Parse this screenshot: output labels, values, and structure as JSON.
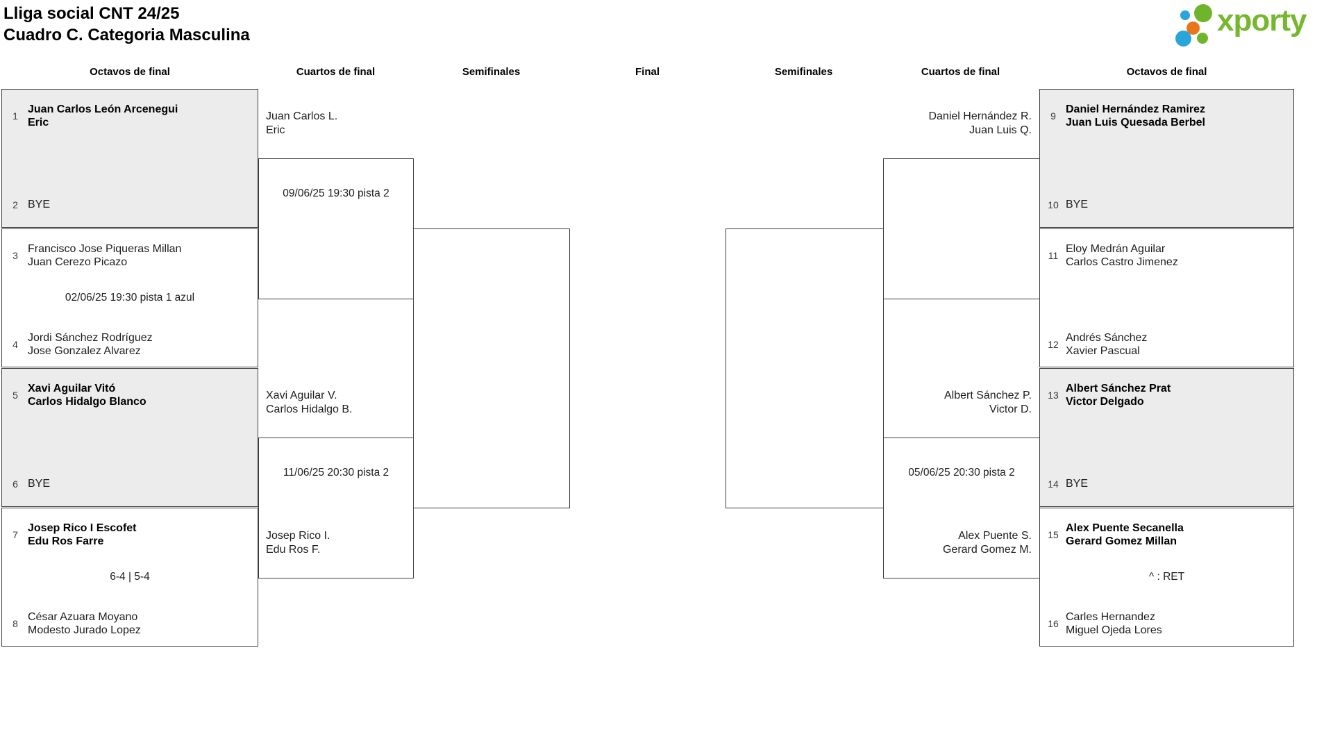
{
  "title": {
    "line1": "Lliga social CNT 24/25",
    "line2": "Cuadro C. Categoria Masculina"
  },
  "logo": {
    "text": "xporty"
  },
  "round_headers": [
    "Octavos de final",
    "Cuartos de final",
    "Semifinales",
    "Final",
    "Semifinales",
    "Cuartos de final",
    "Octavos de final"
  ],
  "matches": [
    {
      "seed_top": "1",
      "top1": "Juan Carlos León Arcenegui",
      "top2": "Eric",
      "note": "",
      "seed_bottom": "2",
      "bot1": "BYE",
      "bot2": ""
    },
    {
      "seed_top": "3",
      "top1": "Francisco Jose Piqueras Millan",
      "top2": "Juan Cerezo Picazo",
      "note": "02/06/25 19:30 pista 1 azul",
      "seed_bottom": "4",
      "bot1": "Jordi Sánchez Rodríguez",
      "bot2": "Jose Gonzalez Alvarez"
    },
    {
      "seed_top": "5",
      "top1": "Xavi Aguilar Vitó",
      "top2": "Carlos Hidalgo Blanco",
      "note": "",
      "seed_bottom": "6",
      "bot1": "BYE",
      "bot2": ""
    },
    {
      "seed_top": "7",
      "top1": "Josep Rico I Escofet",
      "top2": "Edu Ros Farre",
      "note": "6-4 | 5-4",
      "seed_bottom": "8",
      "bot1": "César Azuara Moyano",
      "bot2": "Modesto Jurado Lopez"
    },
    {
      "seed_top": "9",
      "top1": "Daniel Hernández Ramirez",
      "top2": "Juan Luis Quesada Berbel",
      "note": "",
      "seed_bottom": "10",
      "bot1": "BYE",
      "bot2": ""
    },
    {
      "seed_top": "11",
      "top1": "Eloy Medrán Aguilar",
      "top2": "Carlos Castro Jimenez",
      "note": "",
      "seed_bottom": "12",
      "bot1": "Andrés Sánchez",
      "bot2": "Xavier Pascual"
    },
    {
      "seed_top": "13",
      "top1": "Albert Sánchez Prat",
      "top2": "Victor Delgado",
      "note": "",
      "seed_bottom": "14",
      "bot1": "BYE",
      "bot2": ""
    },
    {
      "seed_top": "15",
      "top1": "Alex Puente Secanella",
      "top2": "Gerard Gomez Millan",
      "note": "^ : RET",
      "seed_bottom": "16",
      "bot1": "Carles Hernandez",
      "bot2": "Miguel Ojeda Lores"
    }
  ],
  "quarterfinals": {
    "left_top": {
      "entrant_top1": "Juan Carlos L.",
      "entrant_top2": "Eric",
      "note": "09/06/25 19:30 pista 2",
      "entrant_bottom1": "",
      "entrant_bottom2": ""
    },
    "left_bottom": {
      "entrant_top1": "Xavi Aguilar V.",
      "entrant_top2": "Carlos Hidalgo B.",
      "note": "11/06/25 20:30 pista 2",
      "entrant_bottom1": "Josep Rico I.",
      "entrant_bottom2": "Edu Ros F."
    },
    "right_top": {
      "entrant_top1": "Daniel Hernández R.",
      "entrant_top2": "Juan Luis Q.",
      "note": "",
      "entrant_bottom1": "",
      "entrant_bottom2": ""
    },
    "right_bottom": {
      "entrant_top1": "Albert Sánchez P.",
      "entrant_top2": "Victor D.",
      "note": "05/06/25 20:30 pista 2",
      "entrant_bottom1": "Alex Puente S.",
      "entrant_bottom2": "Gerard Gomez M."
    }
  },
  "colors": {
    "logo_green": "#76b82d",
    "dot_green": "#6fb52c",
    "dot_blue": "#29a5dc",
    "dot_orange": "#e8761b",
    "shaded_bg": "#ececec",
    "line": "#3d3d3d"
  }
}
